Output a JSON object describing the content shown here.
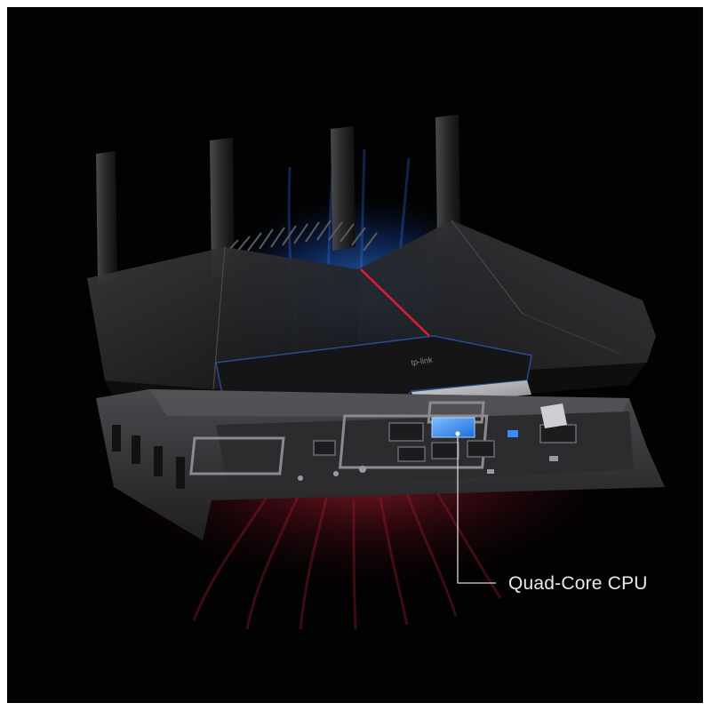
{
  "scene": {
    "subject": "router-exploded-view",
    "callout": {
      "label": "Quad-Core CPU"
    },
    "brand_mark": "tp-link",
    "colors": {
      "background": "#020202",
      "shell": "#2a2a2c",
      "board": "#3a3a3d",
      "heatsink": "#b8b8bc",
      "glow_cool": "#2f7bff",
      "glow_warm": "#c8283a",
      "accent_line": "#e0202a",
      "label": "#e9e9e9"
    }
  }
}
